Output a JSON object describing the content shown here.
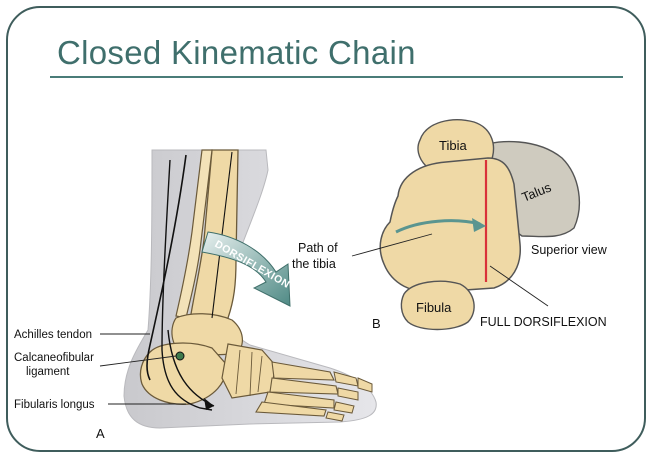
{
  "slide": {
    "title": "Closed Kinematic Chain"
  },
  "figure_a": {
    "panel_label": "A",
    "motion_label": "DORSIFLEXION",
    "labels": {
      "achilles": "Achilles tendon",
      "calcaneofibular_1": "Calcaneofibular",
      "calcaneofibular_2": "ligament",
      "fibularis": "Fibularis longus"
    }
  },
  "figure_b": {
    "panel_label": "B",
    "labels": {
      "tibia": "Tibia",
      "talus": "Talus",
      "fibula": "Fibula",
      "superior_view": "Superior view",
      "path_1": "Path of",
      "path_2": "the tibia",
      "full_dorsiflexion": "FULL DORSIFLEXION"
    }
  },
  "colors": {
    "bone": "#efd9a6",
    "bone_outline": "#6b5a3a",
    "skin": "#dcdcdf",
    "talus_gray": "#cfcbbf",
    "arrow_teal": "#5a9590",
    "red_line": "#d9323a"
  }
}
